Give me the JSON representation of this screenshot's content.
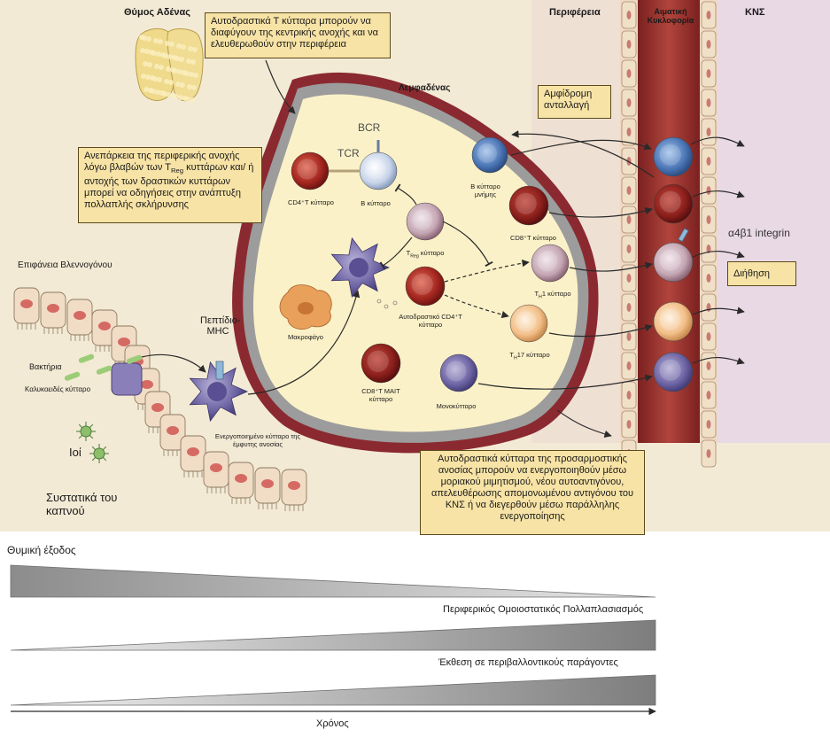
{
  "colors": {
    "background": "#f4ecd9",
    "cns": "#e8d8e4",
    "lymph_node": "#f9efc5",
    "vessel": "#8e2b2a",
    "box_fill": "#f7e3a6",
    "gradient_dark": "#8a8a8a"
  },
  "regions": {
    "thymus": "Θύμος Αδένας",
    "periphery": "Περιφέρεια",
    "circulation": "Αιματική Κυκλοφορία",
    "cns": "ΚΝΣ",
    "lymph_node": "Λεμφαδένας",
    "mucosa": "Επιφάνεια Βλεννογόνου"
  },
  "boxes": {
    "thymus_escape": "Αυτοδραστικά Τ κύτταρα μπορούν να διαφύγουν της κεντρικής ανοχής και να ελευθερωθούν στην περιφέρεια",
    "bidirectional": "Αμφίδρομη ανταλλαγή",
    "insufficiency_pre": "Ανεπάρκεια της περιφερικής ανοχής λόγω βλαβών των Τ",
    "insufficiency_sub": "Reg",
    "insufficiency_post": " κυττάρων και/ ή αντοχής των δραστικών κυττάρων μπορεί να οδηγήσεις στην ανάπτυξη πολλαπλής σκλήρυνσης",
    "infiltration": "Διήθηση",
    "activation": "Αυτοδραστικά κύτταρα της προσαρμοστικής ανοσίας μπορούν να ενεργοποιηθούν μέσω μοριακού μιμητισμού, νέου αυτοαντιγόνου, απελευθέρωσης απομονωμένου αντιγόνου του ΚΝΣ ή να διεγερθούν μέσω παράλληλης ενεργοποίησης"
  },
  "labels": {
    "bcr": "BCR",
    "tcr": "TCR",
    "cd4_t": "CD4⁺T κύτταρο",
    "b_cell": "Β κύτταρο",
    "b_memory": "Β κύτταρο μνήμης",
    "treg_pre": "T",
    "treg_sub": "Reg",
    "treg_post": " κύτταρο",
    "cd8_t": "CD8⁺T κύτταρο",
    "th1_pre": "T",
    "th1_sub": "H",
    "th1_post": "1 κύτταρο",
    "th17_pre": "T",
    "th17_sub": "H",
    "th17_post": "17 κύτταρο",
    "autoreactive_cd4": "Αυτοδραστικό CD4⁺T κύτταρο",
    "macrophage": "Μακροφάγο",
    "cd8_mait": "CD8⁺T MAIT κύτταρο",
    "monocyte": "Μονοκύτταρο",
    "integrin": "α4β1 integrin",
    "peptide_mhc": "Πεπτίδιο-MHC",
    "bacteria": "Βακτήρια",
    "goblet": "Καλυκοειδές κύτταρο",
    "viruses": "Ιοί",
    "activated_innate": "Ενεργοποιημένο κύτταρο της έμφυτης ανοσίας",
    "smoke": "Συστατικά του καπνού"
  },
  "trends": {
    "thymic_output": "Θυμική έξοδος",
    "peripheral_proliferation": "Περιφερικός Ομοιοστατικός Πολλαπλασιασμός",
    "environmental_exposure": "Έκθεση σε περιβαλλοντικούς παράγοντες",
    "time": "Χρόνος"
  }
}
